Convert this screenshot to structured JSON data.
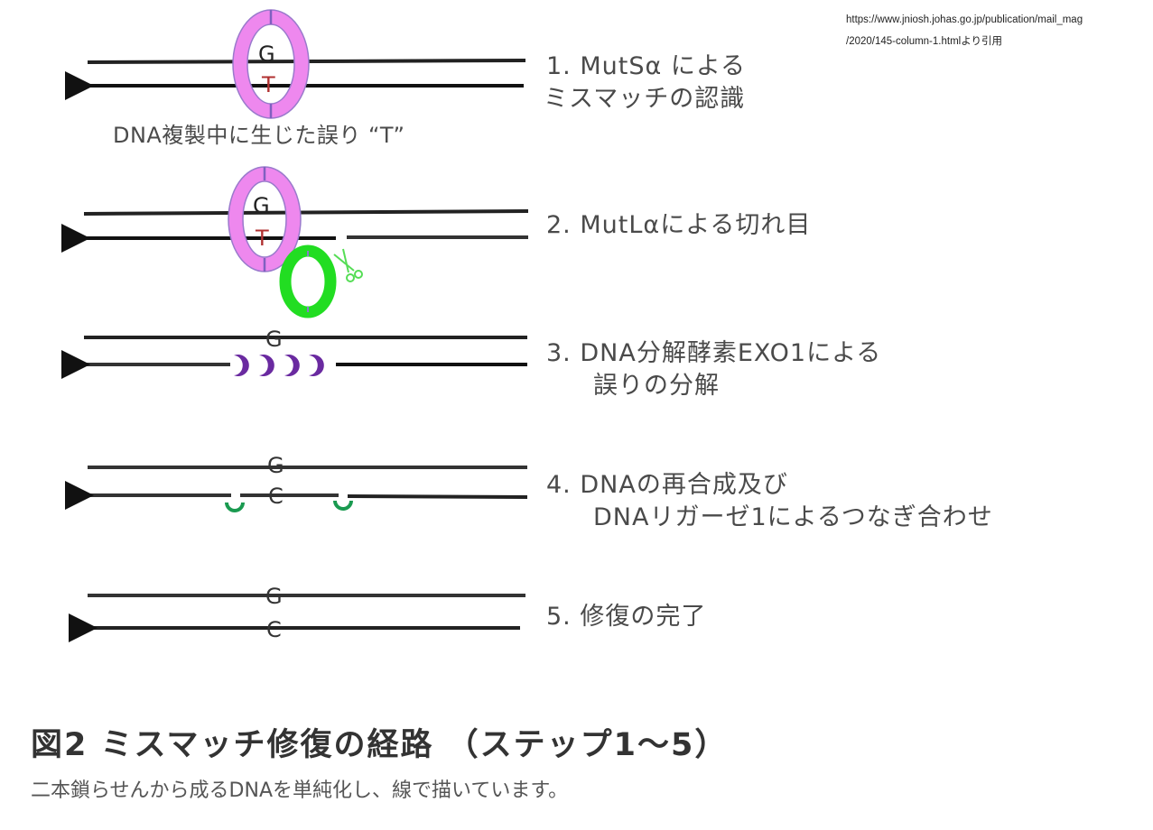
{
  "source": {
    "line1": "https://www.jniosh.johas.go.jp/publication/mail_mag",
    "line2": "/2020/145-column-1.htmlより引用"
  },
  "steps": [
    {
      "number": "1.",
      "line1": "MutSα による",
      "line2": "ミスマッチの認識"
    },
    {
      "number": "2.",
      "line1": "MutLαによる切れ目"
    },
    {
      "number": "3.",
      "line1": "DNA分解酵素EXO1による",
      "line2": "誤りの分解"
    },
    {
      "number": "4.",
      "line1": "DNAの再合成及び",
      "line2": "DNAリガーゼ1によるつなぎ合わせ"
    },
    {
      "number": "5.",
      "line1": "修復の完了"
    }
  ],
  "annotations": {
    "error_note": "DNA複製中に生じた誤り “T”"
  },
  "bases": {
    "top": "G",
    "mismatch": "T",
    "corrected": "C"
  },
  "figure": {
    "title": "図2  ミスマッチ修復の経路 （ステップ1～5）",
    "subtitle": "二本鎖らせんから成るDNAを単純化し、線で描いています。"
  },
  "colors": {
    "strand": "#1a1a1a",
    "mutS": "#ee88ee",
    "mutS_outline": "#9a7acc",
    "mutL": "#22dd22",
    "exo1": "#6a2aa0",
    "ligase": "#1a9a50",
    "mismatch_base": "#b03030"
  }
}
